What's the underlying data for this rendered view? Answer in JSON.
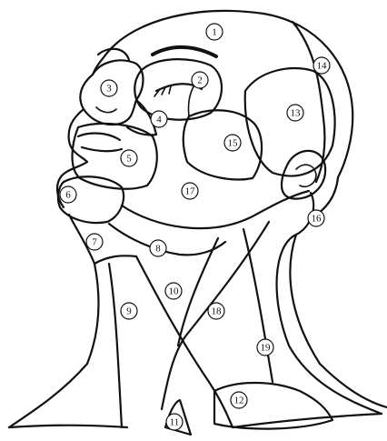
{
  "figure": {
    "colors": {
      "line": "#111111",
      "background": "#ffffff"
    },
    "regions": [
      {
        "id": "1",
        "label": "1"
      },
      {
        "id": "2",
        "label": "2"
      },
      {
        "id": "3",
        "label": "3"
      },
      {
        "id": "4",
        "label": "4"
      },
      {
        "id": "5",
        "label": "5"
      },
      {
        "id": "6",
        "label": "6"
      },
      {
        "id": "7",
        "label": "7"
      },
      {
        "id": "8",
        "label": "8"
      },
      {
        "id": "9",
        "label": "9"
      },
      {
        "id": "10",
        "label": "10"
      },
      {
        "id": "11",
        "label": "11"
      },
      {
        "id": "12",
        "label": "12"
      },
      {
        "id": "13",
        "label": "13"
      },
      {
        "id": "14",
        "label": "14"
      },
      {
        "id": "15",
        "label": "15"
      },
      {
        "id": "16",
        "label": "16"
      },
      {
        "id": "17",
        "label": "17"
      },
      {
        "id": "18",
        "label": "18"
      },
      {
        "id": "19",
        "label": "19"
      }
    ]
  }
}
